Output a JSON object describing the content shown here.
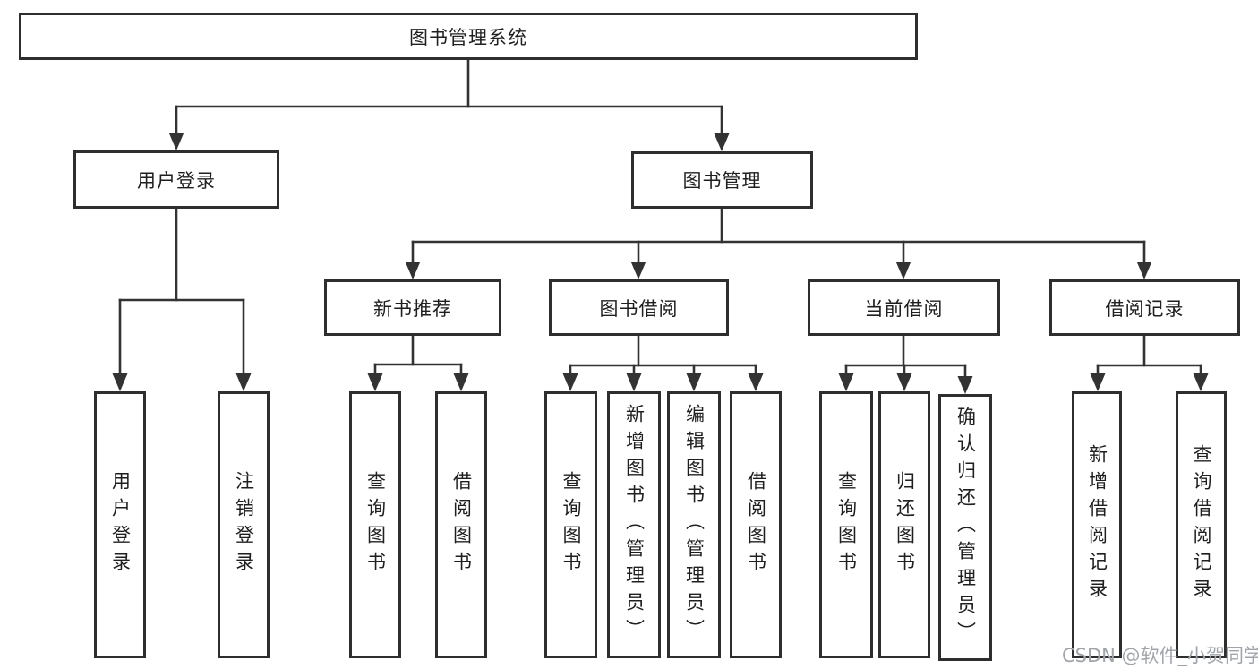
{
  "diagram": {
    "title_node": "图书管理系统",
    "type": "function-structure-tree"
  },
  "tree": {
    "root": "图书管理系统",
    "branches": [
      {
        "label": "用户登录",
        "children": [
          "用户登录",
          "注销登录"
        ]
      },
      {
        "label": "图书管理",
        "sections": [
          {
            "label": "新书推荐",
            "children": [
              "查询图书",
              "借阅图书"
            ]
          },
          {
            "label": "图书借阅",
            "children": [
              "查询图书",
              "新增图书（管理员）",
              "编辑图书（管理员）",
              "借阅图书"
            ]
          },
          {
            "label": "当前借阅",
            "children": [
              "查询图书",
              "归还图书",
              "确认归还（管理员）"
            ]
          },
          {
            "label": "借阅记录",
            "children": [
              "新增借阅记录",
              "查询借阅记录"
            ]
          }
        ]
      }
    ]
  },
  "watermark": "CSDN @软件_小贺同学",
  "colors": {
    "line": "#333333",
    "box_border": "#2e2e2e",
    "text": "#1f1f1f",
    "watermark": "#a0a5ab"
  }
}
